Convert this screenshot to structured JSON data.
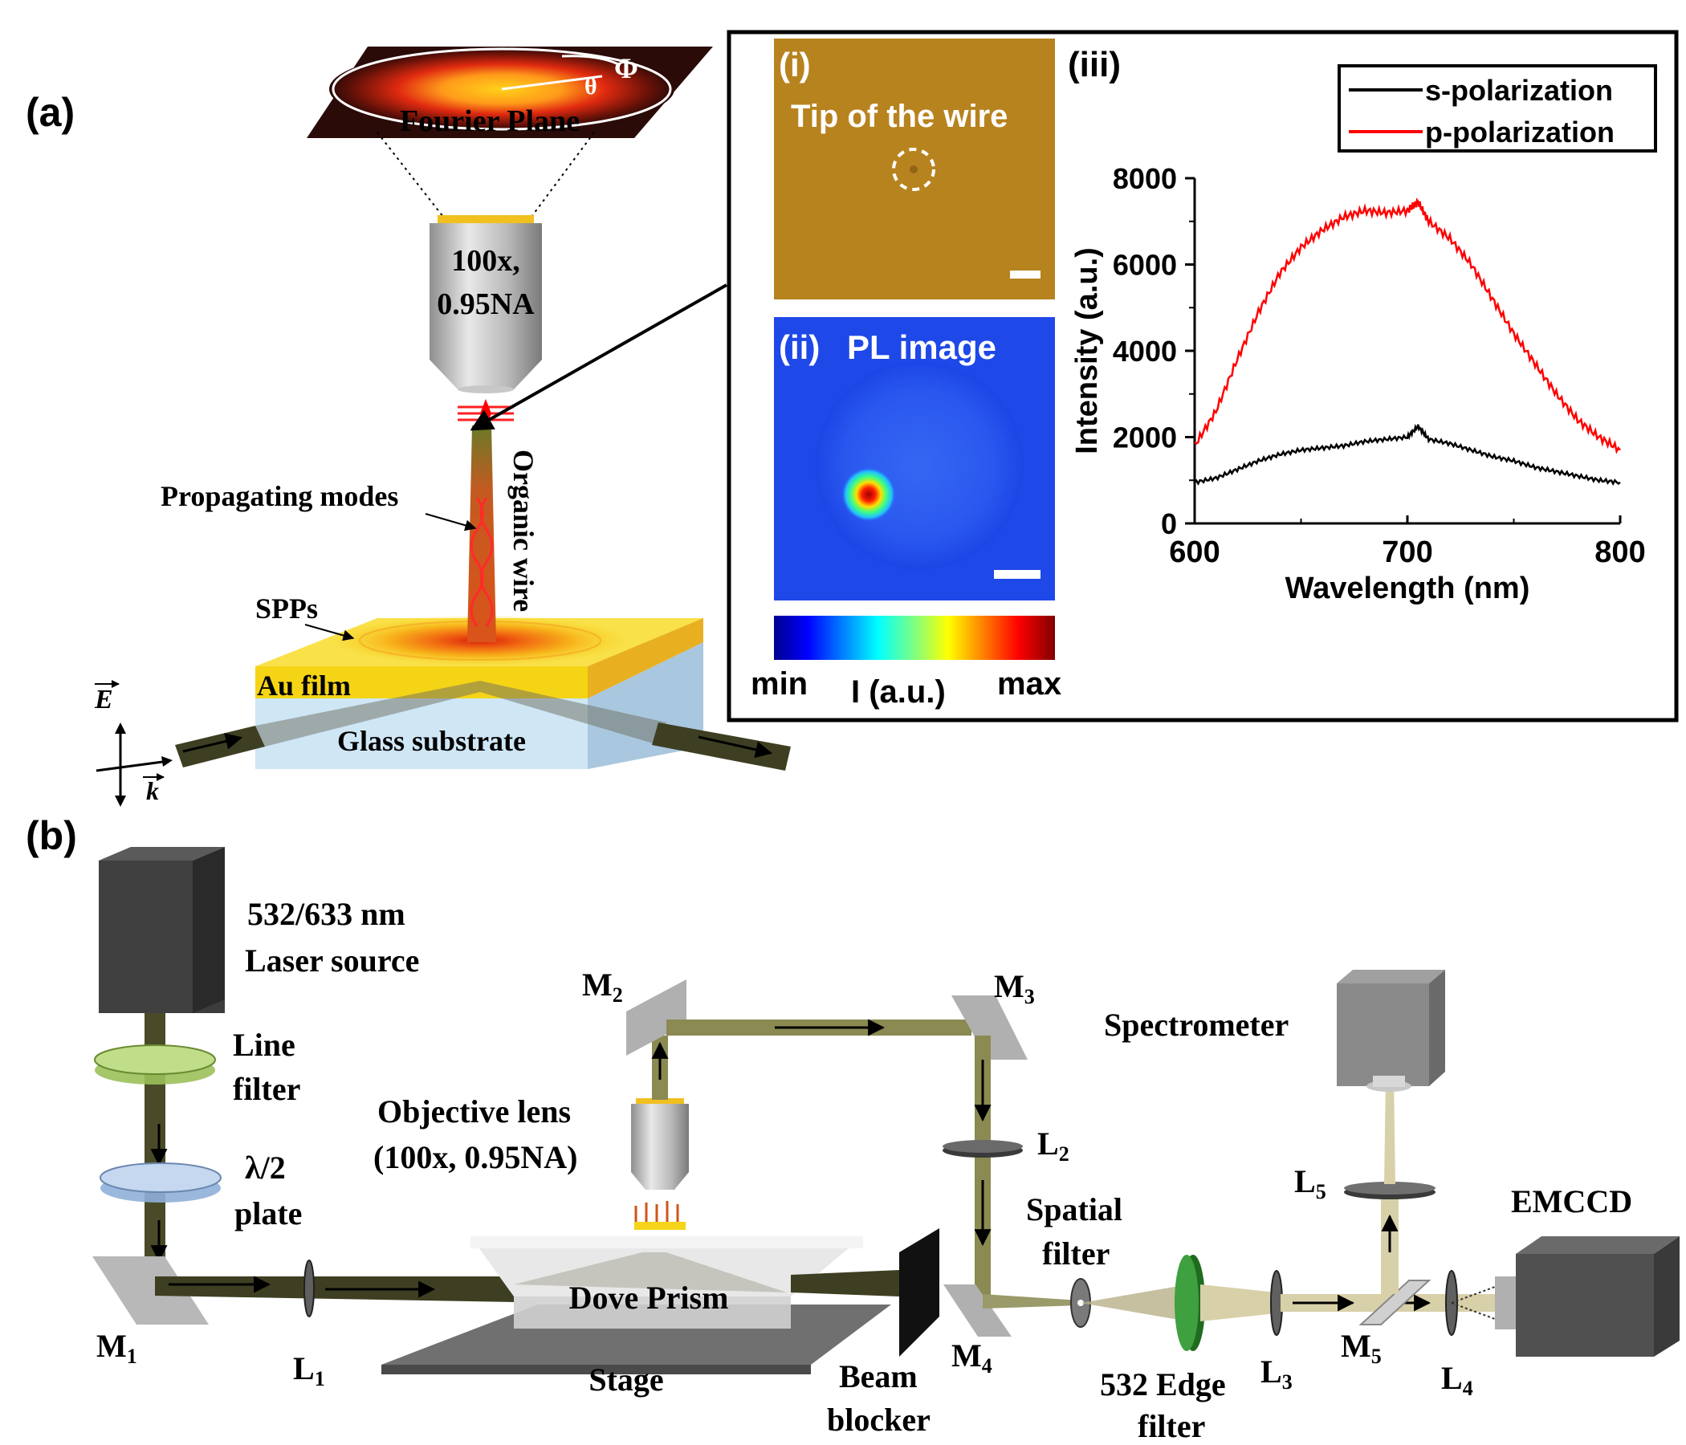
{
  "panel_a": {
    "label": "(a)",
    "fourier_plane": "Fourier Plane",
    "theta": "θ",
    "phi": "Φ",
    "objective_line1": "100x,",
    "objective_line2": "0.95NA",
    "organic_wire": "Organic wire",
    "propagating_modes": "Propagating modes",
    "spps": "SPPs",
    "au_film": "Au film",
    "glass_substrate": "Glass substrate",
    "e_vector": "E",
    "k_vector": "k"
  },
  "inset": {
    "i_label": "(i)",
    "i_text": "Tip of the wire",
    "ii_label": "(ii)",
    "ii_text": "PL image",
    "iii_label": "(iii)",
    "colorbar_min": "min",
    "colorbar_label": "I (a.u.)",
    "colorbar_max": "max"
  },
  "chart_data": {
    "type": "line",
    "xlabel": "Wavelength (nm)",
    "ylabel": "Intensity (a.u.)",
    "xlim": [
      600,
      800
    ],
    "ylim": [
      0,
      8000
    ],
    "x_ticks": [
      "600",
      "700",
      "800"
    ],
    "y_ticks": [
      "0",
      "2000",
      "4000",
      "6000",
      "8000"
    ],
    "legend_position": "top-right",
    "x": [
      600,
      610,
      620,
      630,
      640,
      650,
      660,
      670,
      680,
      690,
      700,
      705,
      710,
      720,
      730,
      740,
      750,
      760,
      770,
      780,
      790,
      800
    ],
    "series": [
      {
        "name": "s-polarization",
        "color": "#000000",
        "values": [
          950,
          1050,
          1250,
          1450,
          1600,
          1700,
          1750,
          1800,
          1900,
          1950,
          2000,
          2250,
          1950,
          1850,
          1700,
          1550,
          1450,
          1300,
          1200,
          1100,
          1000,
          950
        ]
      },
      {
        "name": "p-polarization",
        "color": "#ff0000",
        "values": [
          1800,
          2600,
          3800,
          4900,
          5800,
          6400,
          6800,
          7100,
          7250,
          7200,
          7250,
          7450,
          7000,
          6600,
          6000,
          5200,
          4400,
          3700,
          3000,
          2400,
          2000,
          1700
        ]
      }
    ]
  },
  "panel_b": {
    "label": "(b)",
    "laser_line1": "532/633 nm",
    "laser_line2": "Laser source",
    "line_filter_1": "Line",
    "line_filter_2": "filter",
    "halfwave_1": "λ/2",
    "halfwave_2": "plate",
    "m1": "M",
    "m1_sub": "1",
    "l1": "L",
    "l1_sub": "1",
    "m2": "M",
    "m2_sub": "2",
    "m3": "M",
    "m3_sub": "3",
    "m4": "M",
    "m4_sub": "4",
    "m5": "M",
    "m5_sub": "5",
    "l2": "L",
    "l2_sub": "2",
    "l3": "L",
    "l3_sub": "3",
    "l4": "L",
    "l4_sub": "4",
    "l5": "L",
    "l5_sub": "5",
    "objective_1": "Objective lens",
    "objective_2": "(100x, 0.95NA)",
    "dove_prism": "Dove Prism",
    "stage": "Stage",
    "beam_blocker_1": "Beam",
    "beam_blocker_2": "blocker",
    "spatial_filter_1": "Spatial",
    "spatial_filter_2": "filter",
    "edge_filter_1": "532 Edge",
    "edge_filter_2": "filter",
    "spectrometer": "Spectrometer",
    "emccd": "EMCCD"
  },
  "colors": {
    "beam_dark": "#4a4a28",
    "beam_olive": "#8a8a52",
    "beam_light": "#c8c39a",
    "gold": "#f5d41a",
    "red": "#ff0000"
  }
}
